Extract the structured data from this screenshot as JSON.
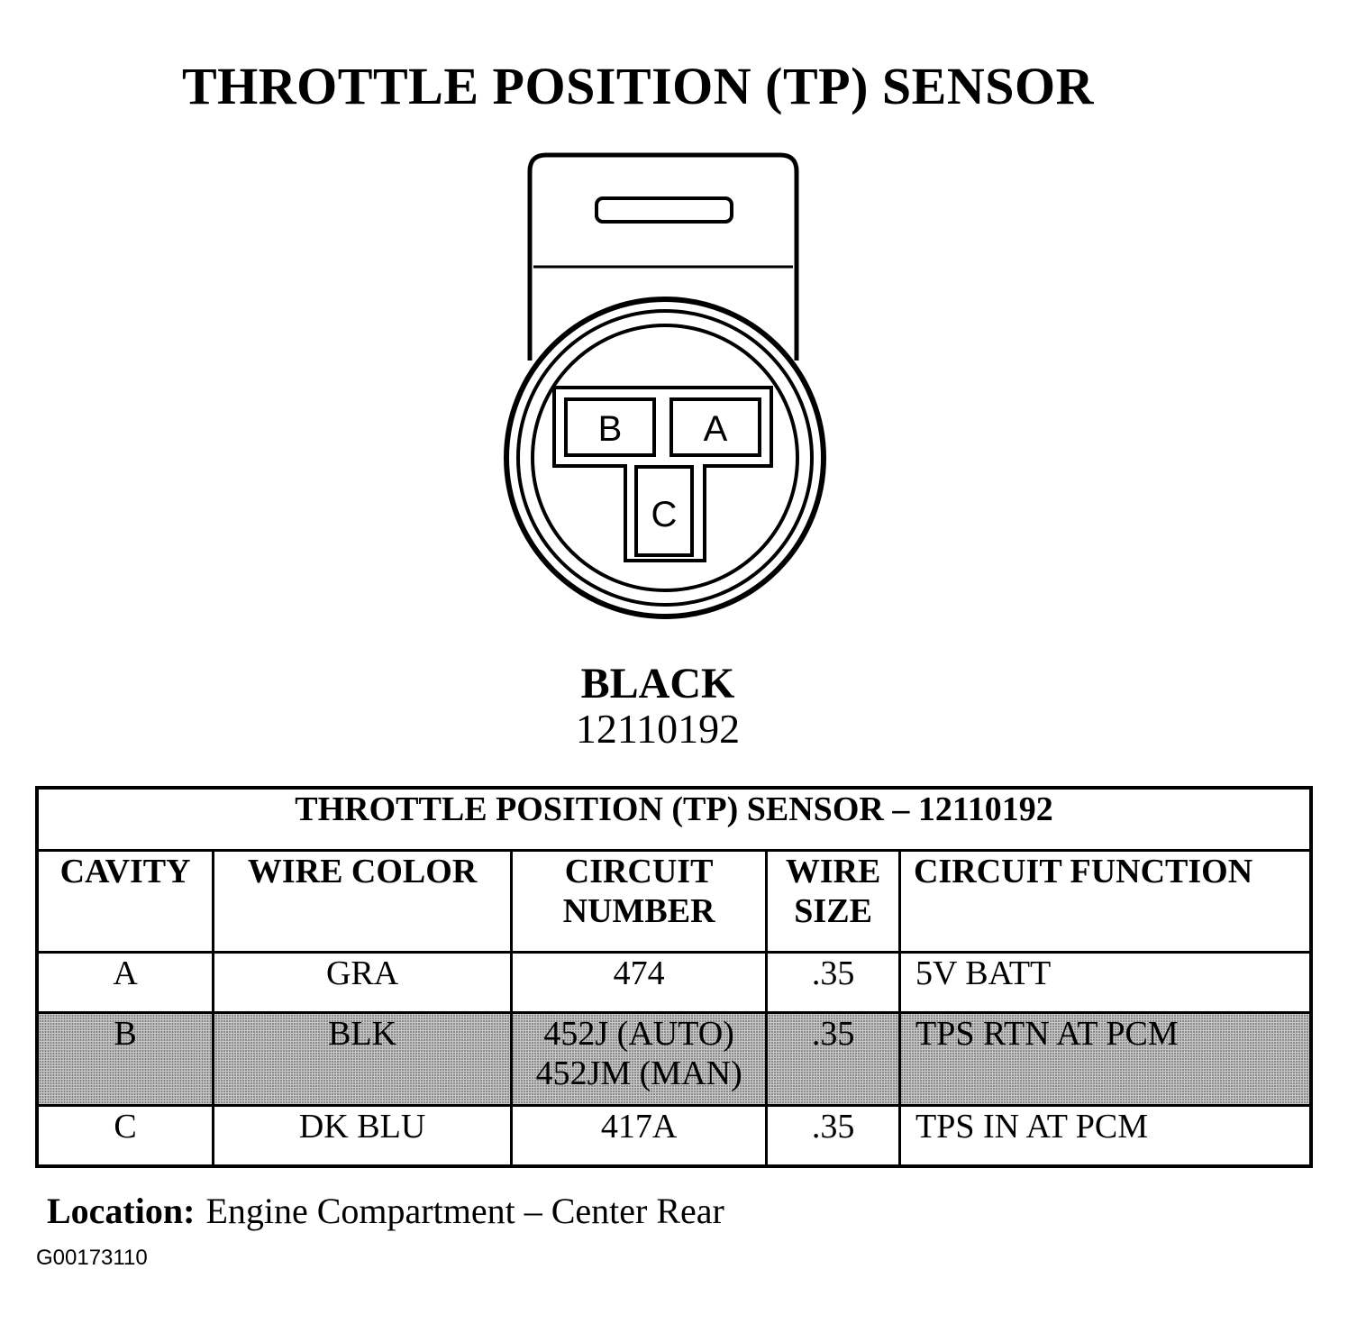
{
  "title": "THROTTLE POSITION (TP) SENSOR",
  "connector": {
    "pins": {
      "a": "A",
      "b": "B",
      "c": "C"
    },
    "color": "BLACK",
    "part_number": "12110192"
  },
  "table": {
    "caption": "THROTTLE POSITION (TP) SENSOR – 12110192",
    "headers": {
      "cavity": "CAVITY",
      "wire_color": "WIRE COLOR",
      "circuit_number_1": "CIRCUIT",
      "circuit_number_2": "NUMBER",
      "wire_size_1": "WIRE",
      "wire_size_2": "SIZE",
      "circuit_function": "CIRCUIT FUNCTION"
    },
    "rows": [
      {
        "cavity": "A",
        "wire_color": "GRA",
        "circuit_number": "474",
        "circuit_number_2": "",
        "wire_size": ".35",
        "circuit_function": "5V BATT"
      },
      {
        "cavity": "B",
        "wire_color": "BLK",
        "circuit_number": "452J (AUTO)",
        "circuit_number_2": "452JM (MAN)",
        "wire_size": ".35",
        "circuit_function": "TPS  RTN AT PCM"
      },
      {
        "cavity": "C",
        "wire_color": "DK BLU",
        "circuit_number": "417A",
        "circuit_number_2": "",
        "wire_size": ".35",
        "circuit_function": "TPS IN AT PCM"
      }
    ]
  },
  "location": {
    "label": "Location:",
    "value": "Engine Compartment – Center Rear"
  },
  "figure_id": "G00173110",
  "colors": {
    "ink": "#000000",
    "background": "#ffffff",
    "shaded_row": "#c8c8c8"
  }
}
